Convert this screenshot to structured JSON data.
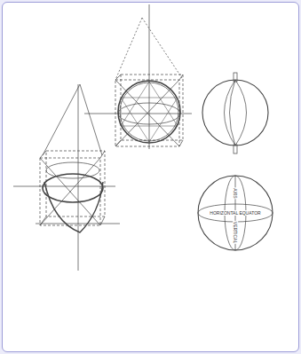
{
  "diagram": {
    "labels": [
      "HORIZONTAL EQUATOR",
      "VERTICAL",
      "AXIS"
    ]
  }
}
